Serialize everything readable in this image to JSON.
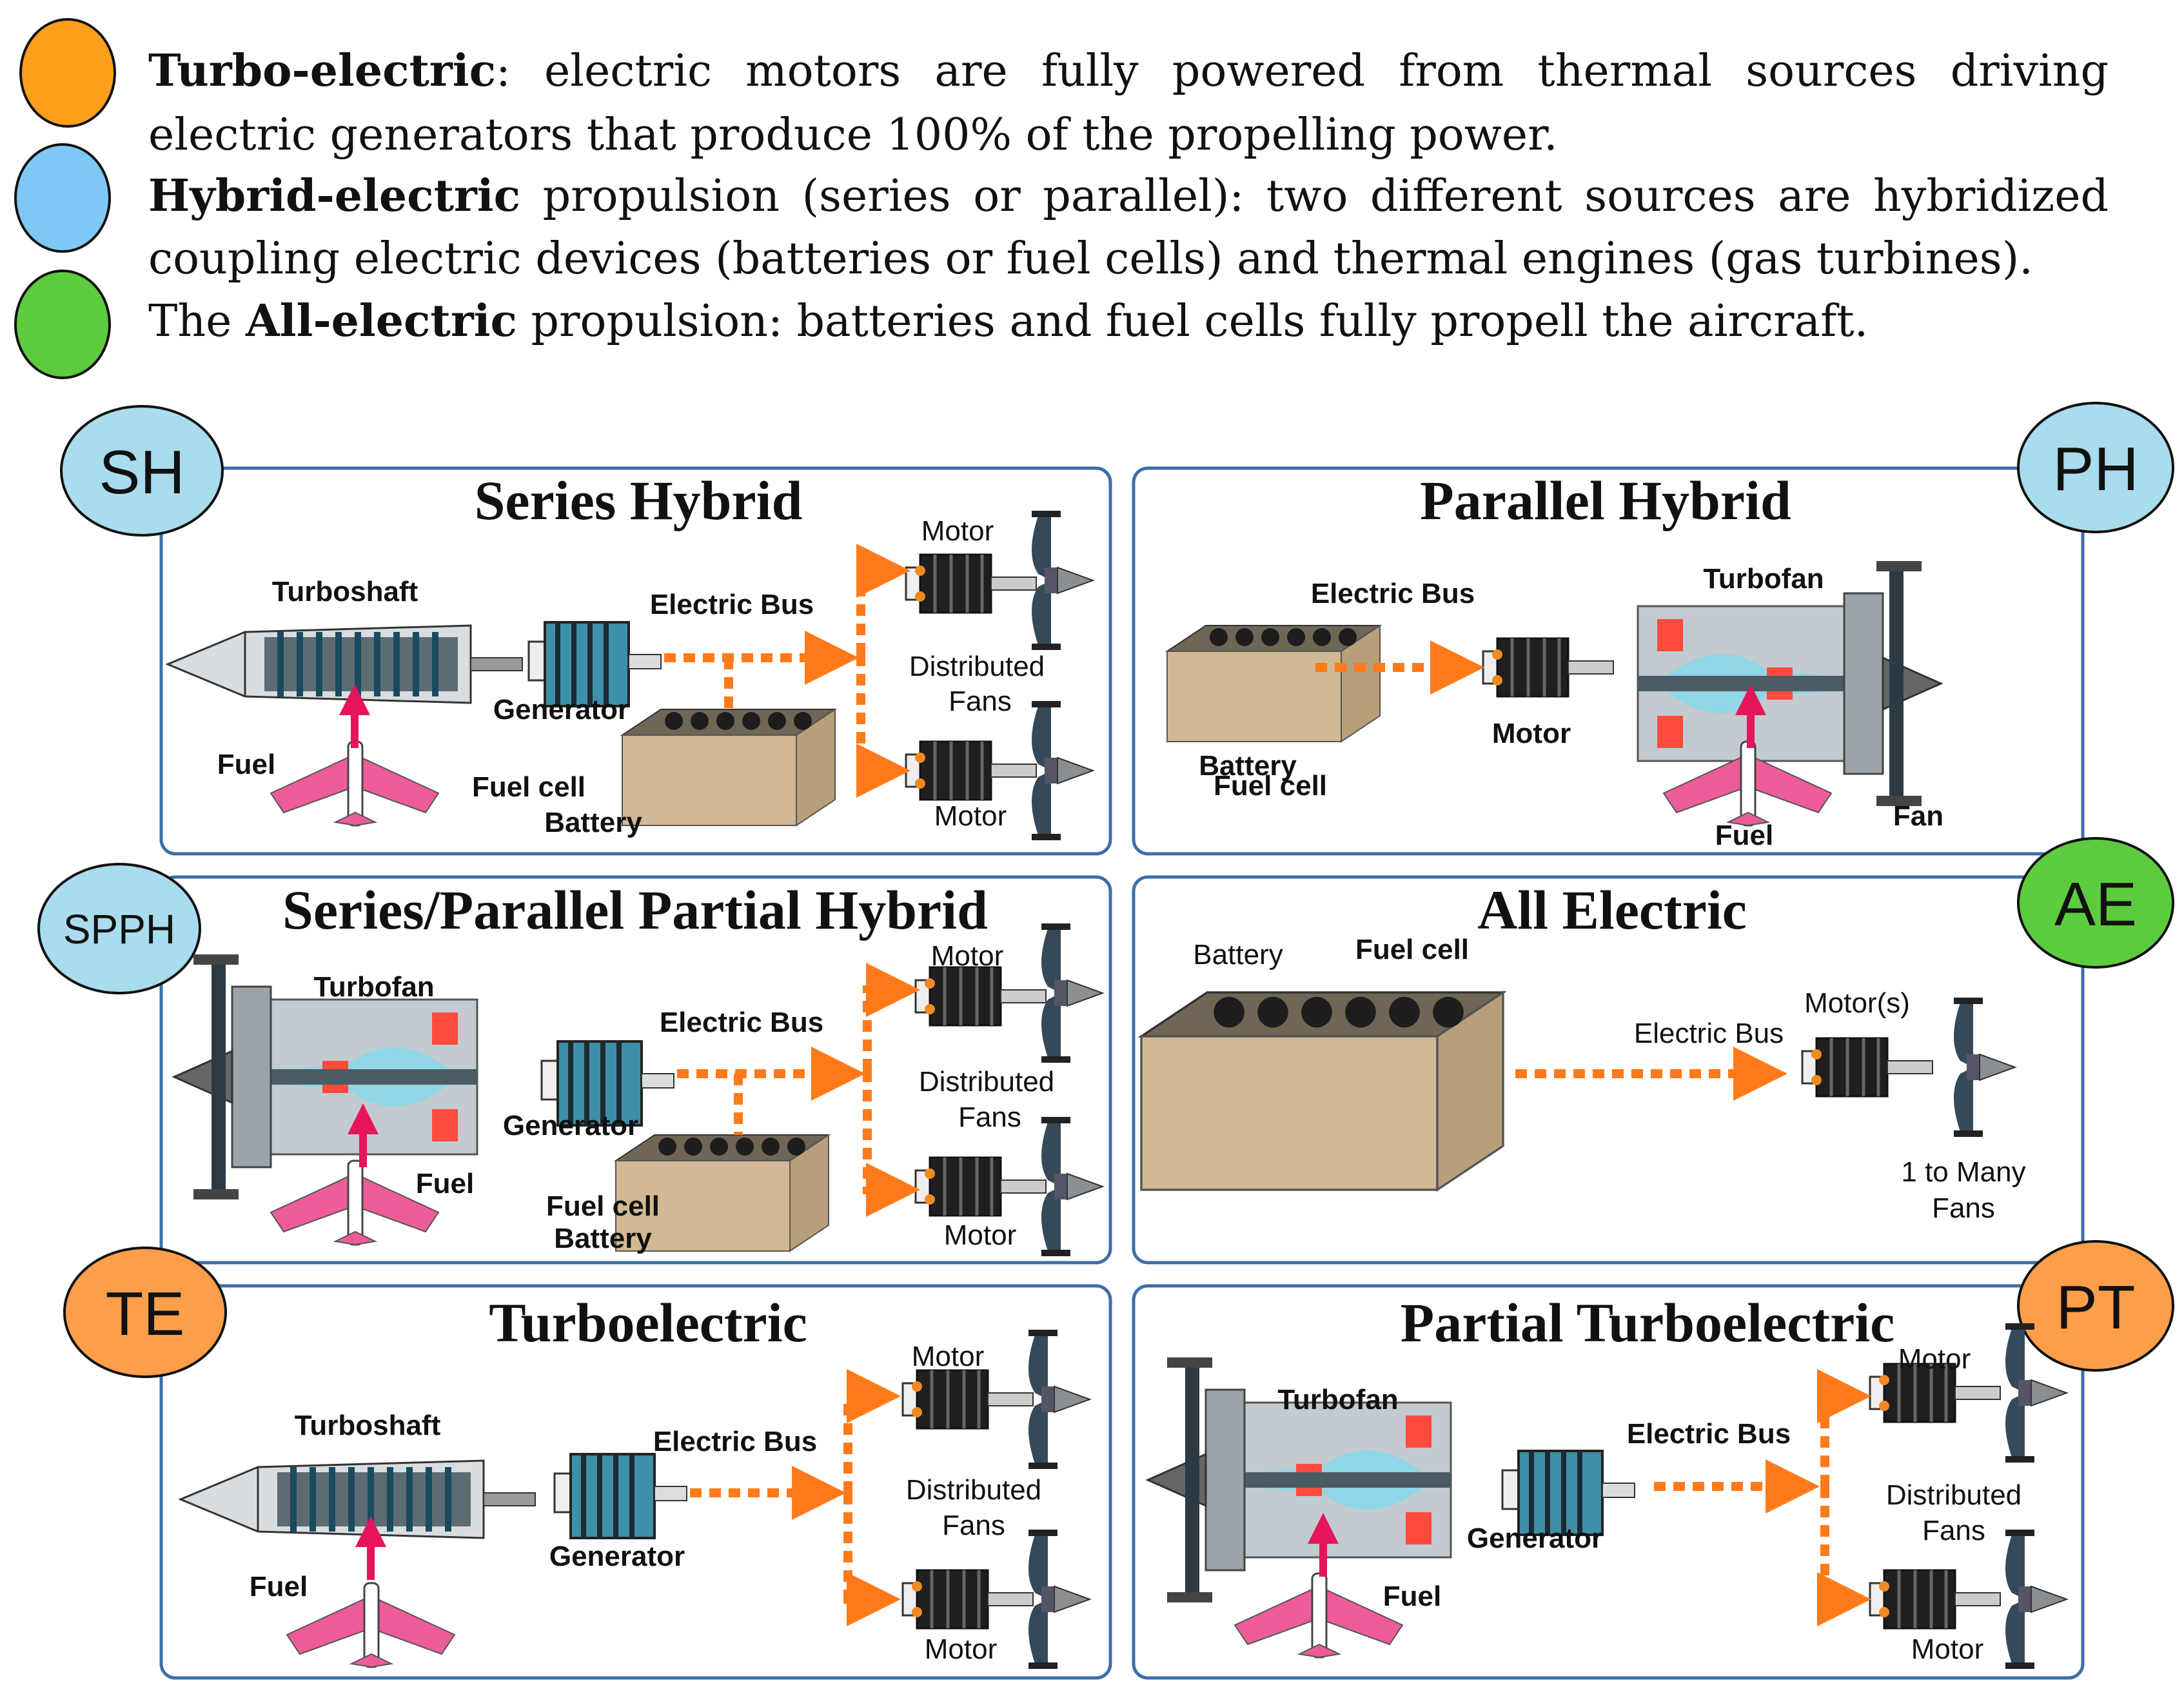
{
  "legend": {
    "turbo": {
      "term": "Turbo-electric",
      "rest_line1": ": electric motors are fully powered from thermal sources driving",
      "line2": "electric generators that produce 100% of the propelling power.",
      "color": "#ff9e1b"
    },
    "hybrid": {
      "term": "Hybrid-electric",
      "rest_line1": " propulsion (series or parallel): two different sources are hybridized",
      "line2": "coupling electric devices (batteries or fuel cells) and thermal engines (gas turbines).",
      "color": "#7ec8f5"
    },
    "all": {
      "prefix": "The ",
      "term": "All-electric",
      "rest": " propulsion: batteries and fuel cells fully propell the aircraft.",
      "color": "#5ccc3e"
    }
  },
  "panels": {
    "sh": {
      "badge": "SH",
      "badge_color": "#a9dcec",
      "title": "Series Hybrid",
      "turboshaft": "Turboshaft",
      "electric_bus": "Electric Bus",
      "generator": "Generator",
      "fuel": "Fuel",
      "fuel_cell": "Fuel cell",
      "battery": "Battery",
      "motor_top": "Motor",
      "motor_bottom": "Motor",
      "distributed": "Distributed",
      "fans": "Fans"
    },
    "ph": {
      "badge": "PH",
      "badge_color": "#a9dcec",
      "title": "Parallel Hybrid",
      "electric_bus": "Electric Bus",
      "turbofan": "Turbofan",
      "motor": "Motor",
      "battery": "Battery",
      "fuel_cell": "Fuel cell",
      "fuel": "Fuel",
      "fan": "Fan"
    },
    "spph": {
      "badge": "SPPH",
      "badge_color": "#a9dcec",
      "title": "Series/Parallel Partial Hybrid",
      "turbofan": "Turbofan",
      "electric_bus": "Electric Bus",
      "generator": "Generator",
      "fuel": "Fuel",
      "fuel_cell": "Fuel cell",
      "battery": "Battery",
      "motor_top": "Motor",
      "motor_bottom": "Motor",
      "distributed": "Distributed",
      "fans": "Fans"
    },
    "ae": {
      "badge": "AE",
      "badge_color": "#5ccc3e",
      "title": "All Electric",
      "battery": "Battery",
      "fuel_cell": "Fuel cell",
      "electric_bus": "Electric Bus",
      "motors": "Motor(s)",
      "one_to_many": "1 to Many",
      "fans": "Fans"
    },
    "te": {
      "badge": "TE",
      "badge_color": "#ff9e4a",
      "title": "Turboelectric",
      "turboshaft": "Turboshaft",
      "electric_bus": "Electric Bus",
      "generator": "Generator",
      "fuel": "Fuel",
      "motor_top": "Motor",
      "motor_bottom": "Motor",
      "distributed": "Distributed",
      "fans": "Fans"
    },
    "pt": {
      "badge": "PT",
      "badge_color": "#ff9e4a",
      "title": "Partial Turboelectric",
      "turbofan": "Turbofan",
      "electric_bus": "Electric Bus",
      "generator": "Generator",
      "fuel": "Fuel",
      "motor_top": "Motor",
      "motor_bottom": "Motor",
      "distributed": "Distributed",
      "fans": "Fans"
    }
  },
  "colors": {
    "panel_border": "#3d6fa8",
    "arrow": "#ff7a1a",
    "fuel_arrow": "#e6145a",
    "battery_face": "#d2b994",
    "battery_top": "#7a6e5d",
    "engine": "#b9c3c8",
    "engine_dark": "#2a6a82",
    "motor": "#222222"
  },
  "icons": [
    "turboshaft-icon",
    "turbofan-icon",
    "generator-icon",
    "motor-icon",
    "fan-icon",
    "battery-icon",
    "aircraft-icon"
  ]
}
